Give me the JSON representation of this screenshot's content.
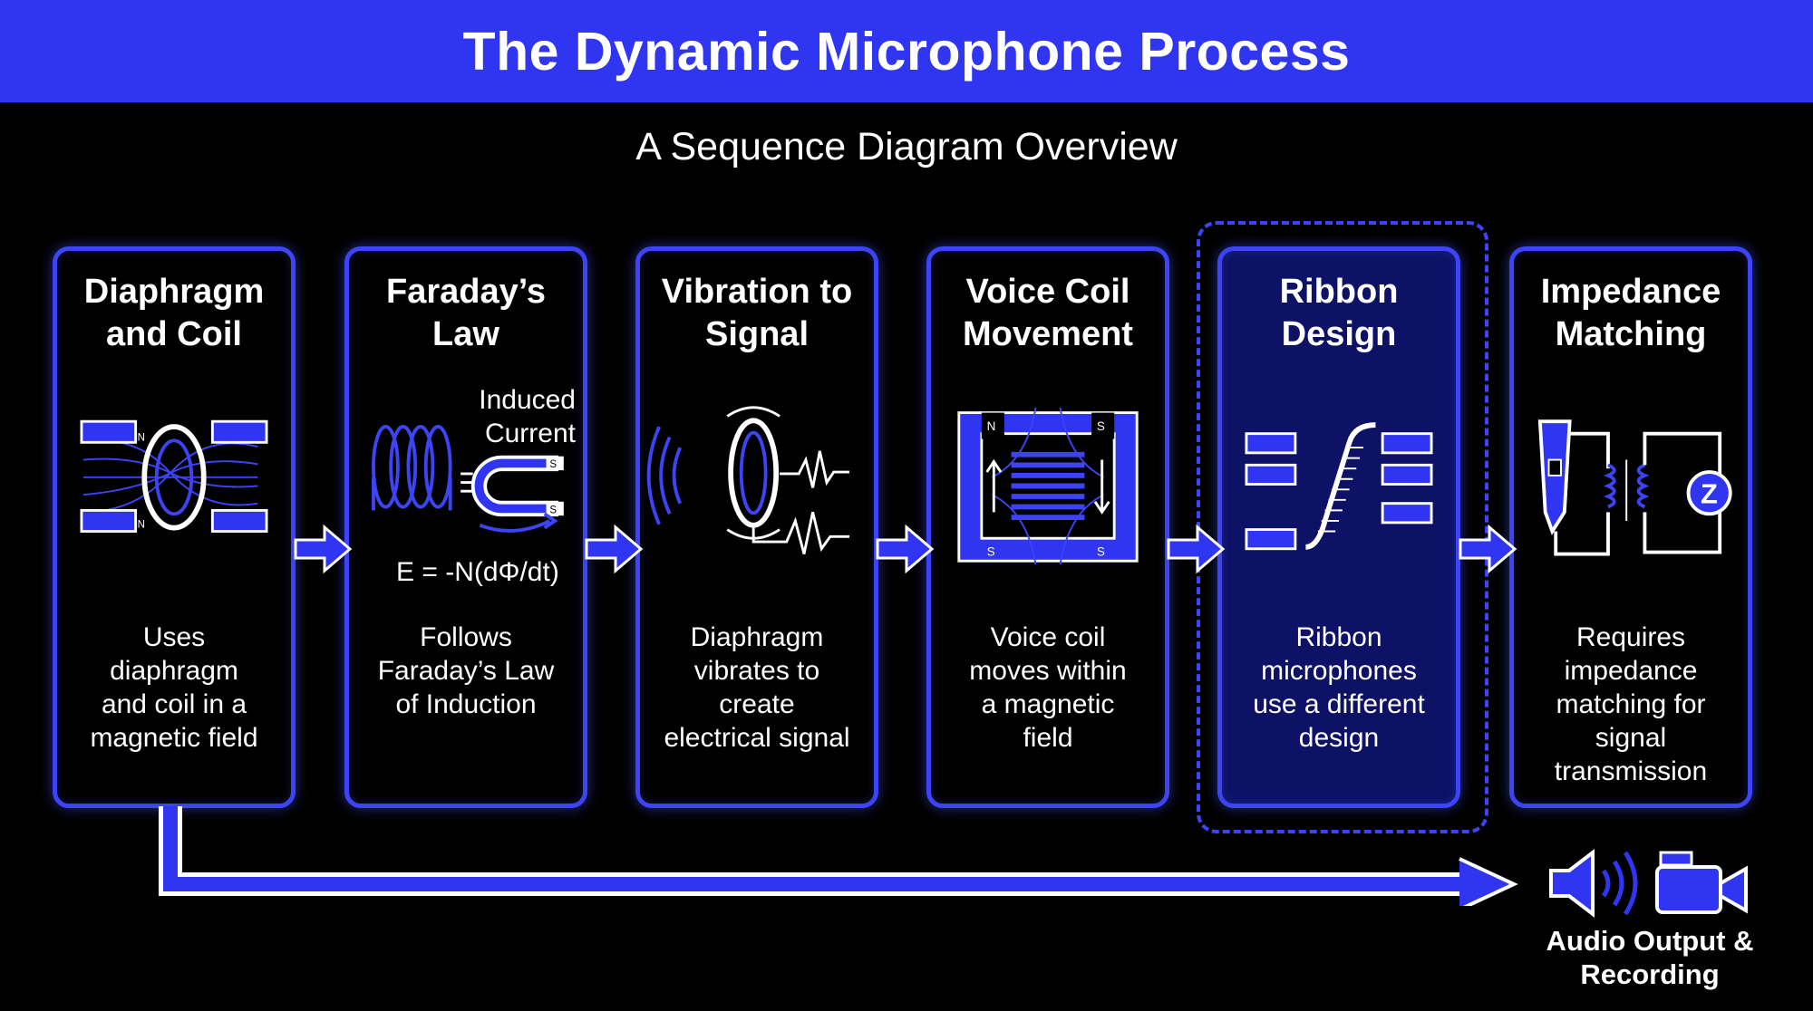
{
  "header": {
    "title": "The Dynamic Microphone Process"
  },
  "subtitle": "A Sequence Diagram Overview",
  "cards": [
    {
      "title": "Diaphragm\nand Coil",
      "description": "Uses\ndiaphragm\nand coil in a\nmagnetic field"
    },
    {
      "title": "Faraday’s\nLaw",
      "description": "Follows\nFaraday’s Law\nof Induction"
    },
    {
      "title": "Vibration to\nSignal",
      "description": "Diaphragm\nvibrates to\ncreate\nelectrical signal"
    },
    {
      "title": "Voice Coil\nMovement",
      "description": "Voice coil\nmoves within\na magnetic\nfield"
    },
    {
      "title": "Ribbon\nDesign",
      "description": "Ribbon\nmicrophones\nuse a different\ndesign"
    },
    {
      "title": "Impedance\nMatching",
      "description": "Requires\nimpedance\nmatching for\nsignal\ntransmission"
    }
  ],
  "annotations": {
    "induced_current": "Induced\nCurrent",
    "equation": "E = -N(dΦ/dt)",
    "magnet_n": "N",
    "magnet_s": "S",
    "impedance_symbol": "Z"
  },
  "output": {
    "label": "Audio Output &\nRecording"
  },
  "colors": {
    "accent": "#2f35f0",
    "border": "#3d44f5",
    "highlight_bg": "#0d1266",
    "background": "#000000"
  }
}
